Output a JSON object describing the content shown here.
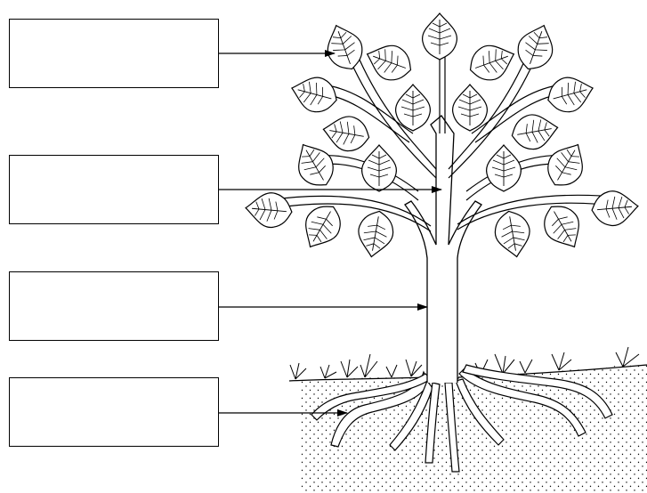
{
  "label_boxes": [
    {
      "id": "leaf",
      "text": ""
    },
    {
      "id": "branch",
      "text": ""
    },
    {
      "id": "trunk",
      "text": ""
    },
    {
      "id": "roots",
      "text": ""
    }
  ],
  "colors": {
    "ink": "#000000",
    "background": "#ffffff"
  },
  "icons": [
    "tree-illustration",
    "leaf-icon",
    "grass-tuft-icon",
    "root-icon",
    "arrow-icon"
  ]
}
